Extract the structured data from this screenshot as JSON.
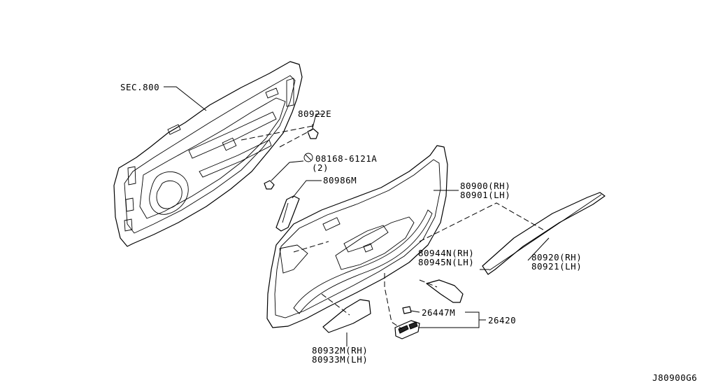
{
  "diagram": {
    "labels": {
      "sec800": "SEC.800",
      "p80922e": "80922E",
      "p08168_1": "08168-6121A",
      "p08168_2": "(2)",
      "p80986m": "80986M",
      "p80900": "80900(RH)",
      "p80901": "80901(LH)",
      "p80944n": "80944N(RH)",
      "p80945n": "80945N(LH)",
      "p80920": "80920(RH)",
      "p80921": "80921(LH)",
      "p26447m": "26447M",
      "p26420": "26420",
      "p80932m": "80932M(RH)",
      "p80933m": "80933M(LH)",
      "code": "J80900G6"
    }
  }
}
